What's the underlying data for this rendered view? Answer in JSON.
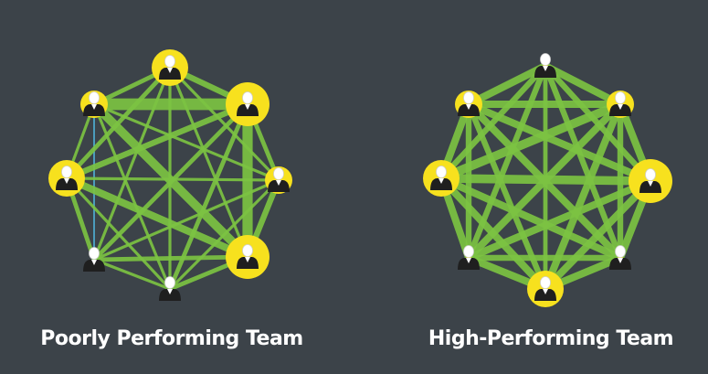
{
  "colors": {
    "background": "#3c4349",
    "edge": "#7cc242",
    "edge_dark": "#5a9e2a",
    "weak_edge": "#4fb3d9",
    "node_fill": "#f7e11e",
    "person": "#1f1f1f",
    "head": "#ffffff"
  },
  "diagrams": [
    {
      "caption": "Poorly Performing Team",
      "nodes": [
        {
          "name": "top",
          "circle": "medium"
        },
        {
          "name": "upper-right",
          "circle": "large"
        },
        {
          "name": "right",
          "circle": "small"
        },
        {
          "name": "lower-right",
          "circle": "large"
        },
        {
          "name": "bottom",
          "circle": "none"
        },
        {
          "name": "lower-left",
          "circle": "none"
        },
        {
          "name": "left",
          "circle": "medium"
        },
        {
          "name": "upper-left",
          "circle": "small"
        }
      ],
      "edges": [
        [
          0,
          1,
          4
        ],
        [
          0,
          2,
          2
        ],
        [
          0,
          3,
          2
        ],
        [
          0,
          4,
          2
        ],
        [
          0,
          5,
          2
        ],
        [
          0,
          6,
          3
        ],
        [
          0,
          7,
          3
        ],
        [
          1,
          2,
          3
        ],
        [
          1,
          3,
          7
        ],
        [
          1,
          4,
          3
        ],
        [
          1,
          5,
          3
        ],
        [
          1,
          6,
          4
        ],
        [
          1,
          7,
          8
        ],
        [
          2,
          3,
          4
        ],
        [
          2,
          4,
          2
        ],
        [
          2,
          5,
          2
        ],
        [
          2,
          6,
          2
        ],
        [
          2,
          7,
          2
        ],
        [
          3,
          4,
          3
        ],
        [
          3,
          5,
          3
        ],
        [
          3,
          6,
          5
        ],
        [
          3,
          7,
          6
        ],
        [
          4,
          5,
          2
        ],
        [
          4,
          6,
          2
        ],
        [
          4,
          7,
          2
        ],
        [
          5,
          6,
          3
        ],
        [
          5,
          7,
          1,
          "weak"
        ],
        [
          6,
          7,
          2
        ]
      ]
    },
    {
      "caption": "High-Performing Team",
      "nodes": [
        {
          "name": "top",
          "circle": "dot"
        },
        {
          "name": "upper-right",
          "circle": "small"
        },
        {
          "name": "right",
          "circle": "large"
        },
        {
          "name": "lower-right",
          "circle": "dot"
        },
        {
          "name": "bottom",
          "circle": "medium"
        },
        {
          "name": "lower-left",
          "circle": "dot"
        },
        {
          "name": "left",
          "circle": "medium"
        },
        {
          "name": "upper-left",
          "circle": "small"
        }
      ],
      "edges": [
        [
          0,
          1,
          5
        ],
        [
          0,
          2,
          4
        ],
        [
          0,
          3,
          4
        ],
        [
          0,
          4,
          3
        ],
        [
          0,
          5,
          4
        ],
        [
          0,
          6,
          4
        ],
        [
          0,
          7,
          5
        ],
        [
          1,
          2,
          5
        ],
        [
          1,
          3,
          4
        ],
        [
          1,
          4,
          5
        ],
        [
          1,
          5,
          5
        ],
        [
          1,
          6,
          6
        ],
        [
          1,
          7,
          5
        ],
        [
          2,
          3,
          5
        ],
        [
          2,
          4,
          5
        ],
        [
          2,
          5,
          5
        ],
        [
          2,
          6,
          6
        ],
        [
          2,
          7,
          5
        ],
        [
          3,
          4,
          5
        ],
        [
          3,
          5,
          4
        ],
        [
          3,
          6,
          5
        ],
        [
          3,
          7,
          5
        ],
        [
          4,
          5,
          5
        ],
        [
          4,
          6,
          5
        ],
        [
          4,
          7,
          4
        ],
        [
          5,
          6,
          5
        ],
        [
          5,
          7,
          4
        ],
        [
          6,
          7,
          5
        ]
      ]
    }
  ]
}
